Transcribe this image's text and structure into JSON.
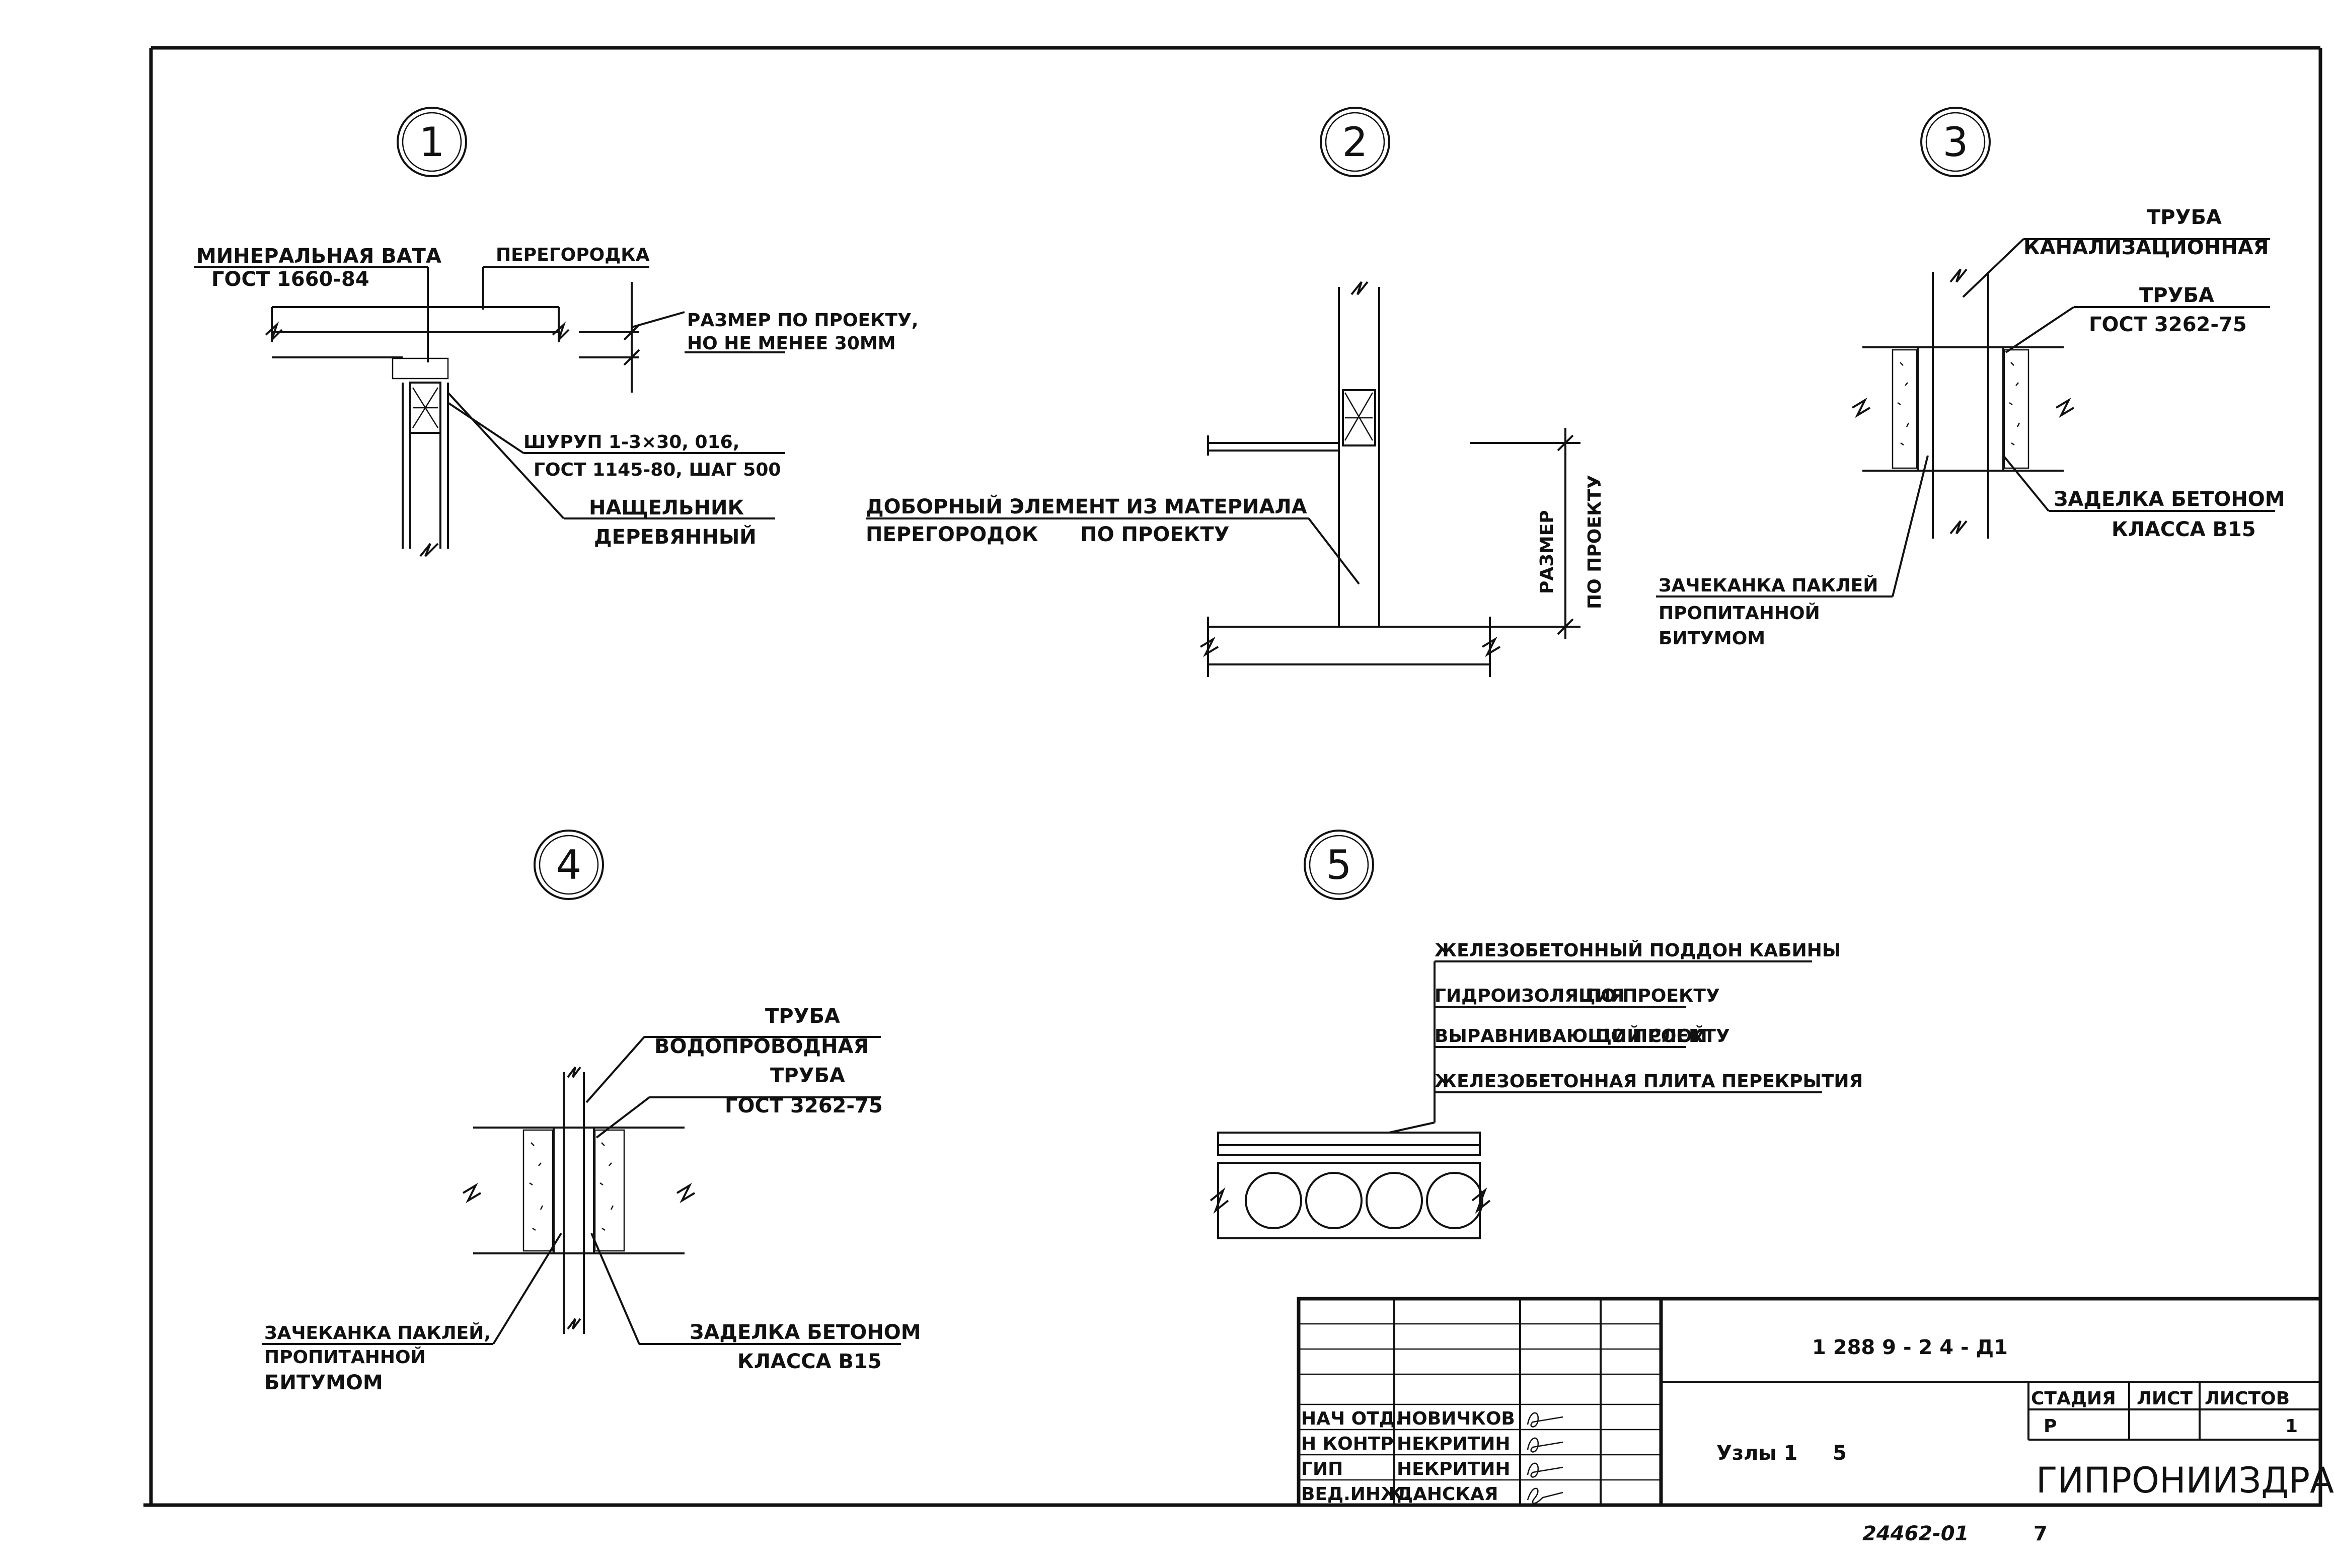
{
  "node_labels": [
    "1",
    "2",
    "3",
    "4",
    "5"
  ],
  "node1": {
    "mineral_wool": "МИНЕРАЛЬНАЯ ВАТА",
    "mineral_wool_gost": "ГОСТ 1660-84",
    "partition": "ПЕРЕГОРОДКА",
    "size_line1": "РАЗМЕР ПО ПРОЕКТУ,",
    "size_line2": "НО НЕ МЕНЕЕ 30ММ",
    "screw_line1": "ШУРУП 1-3×30, 016,",
    "screw_line2": "ГОСТ 1145-80, ШАГ 500",
    "trim_line1": "НАЩЕЛЬНИК",
    "trim_line2": "ДЕРЕВЯННЫЙ"
  },
  "node2": {
    "extra_line1": "ДОБОРНЫЙ ЭЛЕМЕНТ ИЗ МАТЕРИАЛА",
    "extra_line2": "ПЕРЕГОРОДОК      ПО ПРОЕКТУ",
    "dim_line1": "РАЗМЕР",
    "dim_line2": "ПО ПРОЕКТУ"
  },
  "node3": {
    "pipe_line1": "ТРУБА",
    "pipe_line2": "КАНАЛИЗАЦИОННАЯ",
    "sleeve_line1": "ТРУБА",
    "sleeve_line2": "ГОСТ 3262-75",
    "concrete_line1": "ЗАДЕЛКА БЕТОНОМ",
    "concrete_line2": "КЛАССА В15",
    "tow_line1": "ЗАЧЕКАНКА ПАКЛЕЙ",
    "tow_line2": "ПРОПИТАННОЙ",
    "tow_line3": "БИТУМОМ"
  },
  "node4": {
    "pipe_line1": "ТРУБА",
    "pipe_line2": "ВОДОПРОВОДНАЯ",
    "sleeve_line1": "ТРУБА",
    "sleeve_line2": "ГОСТ 3262-75",
    "tow_line1": "ЗАЧЕКАНКА ПАКЛЕЙ,",
    "tow_line2": "ПРОПИТАННОЙ",
    "tow_line3": "БИТУМОМ",
    "concrete_line1": "ЗАДЕЛКА БЕТОНОМ",
    "concrete_line2": "КЛАССА В15"
  },
  "node5": {
    "layer1": "ЖЕЛЕЗОБЕТОННЫЙ ПОДДОН КАБИНЫ",
    "layer2_a": "ГИДРОИЗОЛЯЦИЯ",
    "layer2_b": "ПО ПРОЕКТУ",
    "layer3_a": "ВЫРАВНИВАЮЩИЙ СЛОЙ",
    "layer3_b": "ПО ПРОЕКТУ",
    "layer4": "ЖЕЛЕЗОБЕТОННАЯ ПЛИТА ПЕРЕКРЫТИЯ"
  },
  "title_block": {
    "code": "1 288 9 - 2 4 - Д1",
    "title": "Узлы 1     5",
    "stage_header": "СТАДИЯ",
    "sheet_header": "ЛИСТ",
    "sheets_header": "ЛИСТОВ",
    "stage": "Р",
    "sheets": "1",
    "org": "ГИПРОНИИЗДРАВ",
    "roles": [
      {
        "role": "НАЧ ОТД.",
        "name": "НОВИЧКОВ"
      },
      {
        "role": "Н КОНТР",
        "name": "НЕКРИТИН"
      },
      {
        "role": "ГИП",
        "name": "НЕКРИТИН"
      },
      {
        "role": "ВЕД.ИНЖ.",
        "name": "ДАНСКАЯ"
      }
    ]
  },
  "footer": {
    "inventory": "24462-01",
    "page": "7"
  }
}
